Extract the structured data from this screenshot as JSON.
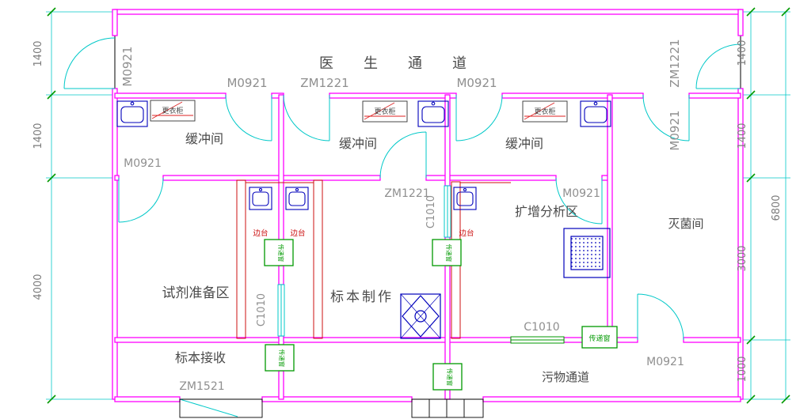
{
  "rooms": {
    "corridor": "医生通道",
    "buffer": "缓冲间",
    "reagent": "试剂准备区",
    "specimen": "标本制作",
    "amplification": "扩增分析区",
    "sterilization": "灭菌间",
    "receiving": "标本接收",
    "waste": "污物通道"
  },
  "codes": {
    "door_m0921": "M0921",
    "door_zm1221": "ZM1221",
    "door_zm1521": "ZM1521",
    "window_c1010": "C1010"
  },
  "fixtures": {
    "wardrobe": "更衣柜",
    "bench": "边台",
    "pass_window": "传递窗"
  },
  "dimensions": {
    "d1400": "1400",
    "d3000": "3000",
    "d4000": "4000",
    "d1000": "1000",
    "d6800": "6800"
  },
  "colors": {
    "wall": "#ff00ff",
    "dimension_line": "#00c8c8",
    "tick_green": "#009900",
    "fixture_blue": "#0000bb",
    "bench_red": "#cc1111",
    "code_text": "#8f8f8f",
    "room_text": "#4a4a4a",
    "dim_text": "#7b7b7b"
  }
}
